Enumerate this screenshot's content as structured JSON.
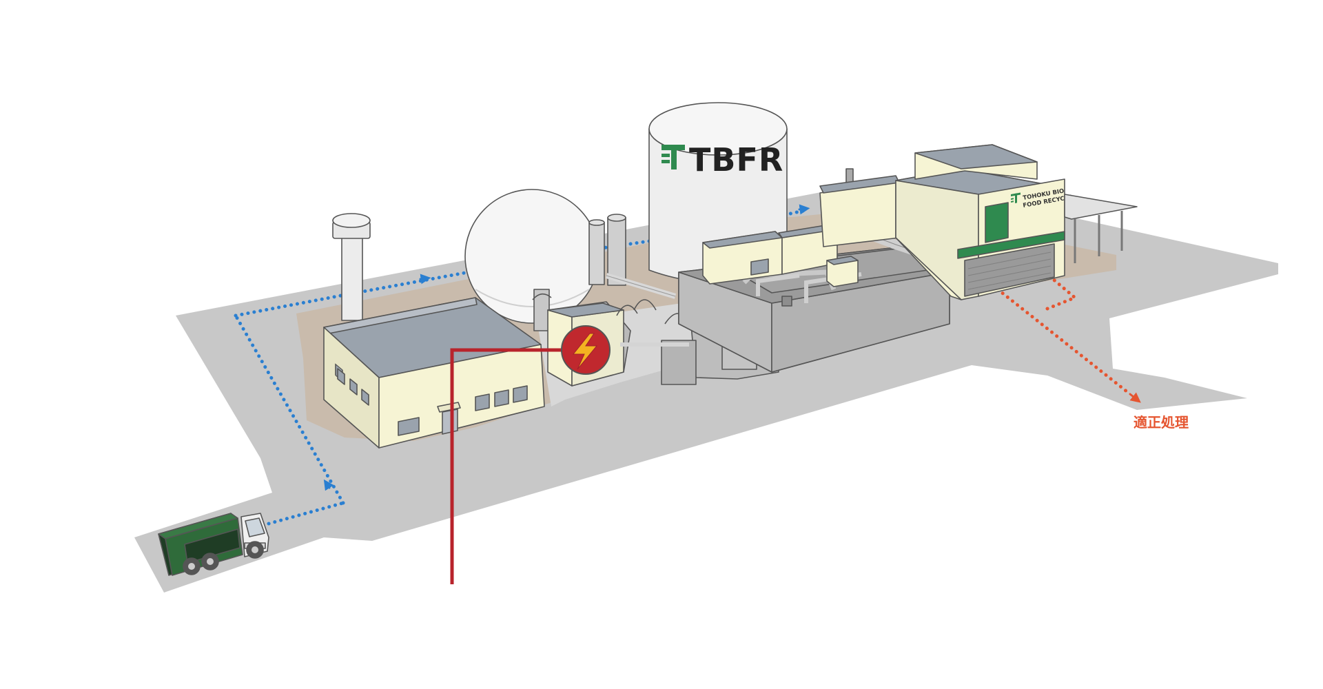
{
  "labels": {
    "tank_logo": "TBFR",
    "company_name_line1": "TOHOKU BIO",
    "company_name_line2": "FOOD RECYCLE",
    "disposal": "適正処理"
  },
  "icons": {
    "power": "lightning-bolt-icon",
    "logo": "tbfr-logo-icon",
    "vehicle": "garbage-truck-icon"
  },
  "colors": {
    "ground": "#c8c8c8",
    "foundation": "#c9b9a8",
    "building_wall": "#f6f4d4",
    "roof": "#9aa3ad",
    "equipment": "#b8b8b8",
    "truck": "#2f6b3a",
    "green_accent": "#2f8a4f",
    "collection_path": "#2a7fd1",
    "disposal_path": "#e55530",
    "power_line": "#b8232b",
    "power_badge": "#c0282e",
    "bolt": "#f4b321"
  }
}
